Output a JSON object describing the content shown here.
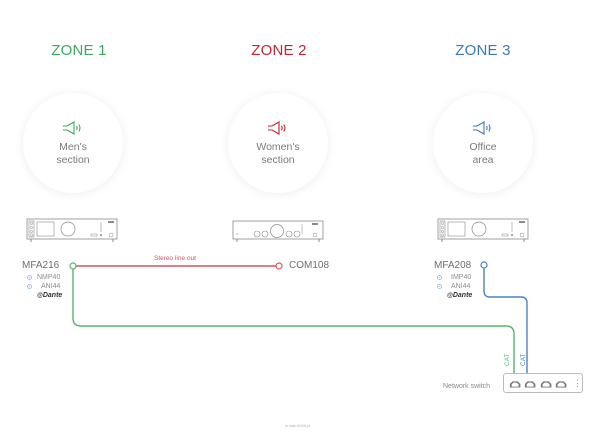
{
  "colors": {
    "zone1": "#3aa95e",
    "zone2": "#c8222f",
    "zone3": "#3a78c0",
    "stereo_line": "#d4535f",
    "green_wire": "#52b76e",
    "blue_wire": "#4a82c8",
    "device_stroke": "#8a8a8a"
  },
  "zones": [
    {
      "title": "ZONE 1",
      "label_line1": "Men's",
      "label_line2": "section",
      "icon": "speaker-icon"
    },
    {
      "title": "ZONE 2",
      "label_line1": "Women's",
      "label_line2": "section",
      "icon": "speaker-icon"
    },
    {
      "title": "ZONE 3",
      "label_line1": "Office",
      "label_line2": "area",
      "icon": "speaker-icon"
    }
  ],
  "devices": {
    "mfa216": {
      "name": "MFA216",
      "modules": [
        "NMP40",
        "ANI44"
      ],
      "badge": "Dante"
    },
    "com108": {
      "name": "COM108"
    },
    "mfa208": {
      "name": "MFA208",
      "modules": [
        "IMP40",
        "ANI44"
      ],
      "badge": "Dante"
    }
  },
  "connections": {
    "stereo_label": "Stereo line out",
    "cat_label_1": "CAT",
    "cat_label_2": "CAT"
  },
  "network_switch": {
    "label": "Network switch",
    "ports": 4,
    "menu_icon": "more-vertical-icon"
  },
  "footer": {
    "text": "m-sala-HKDA.pl"
  }
}
